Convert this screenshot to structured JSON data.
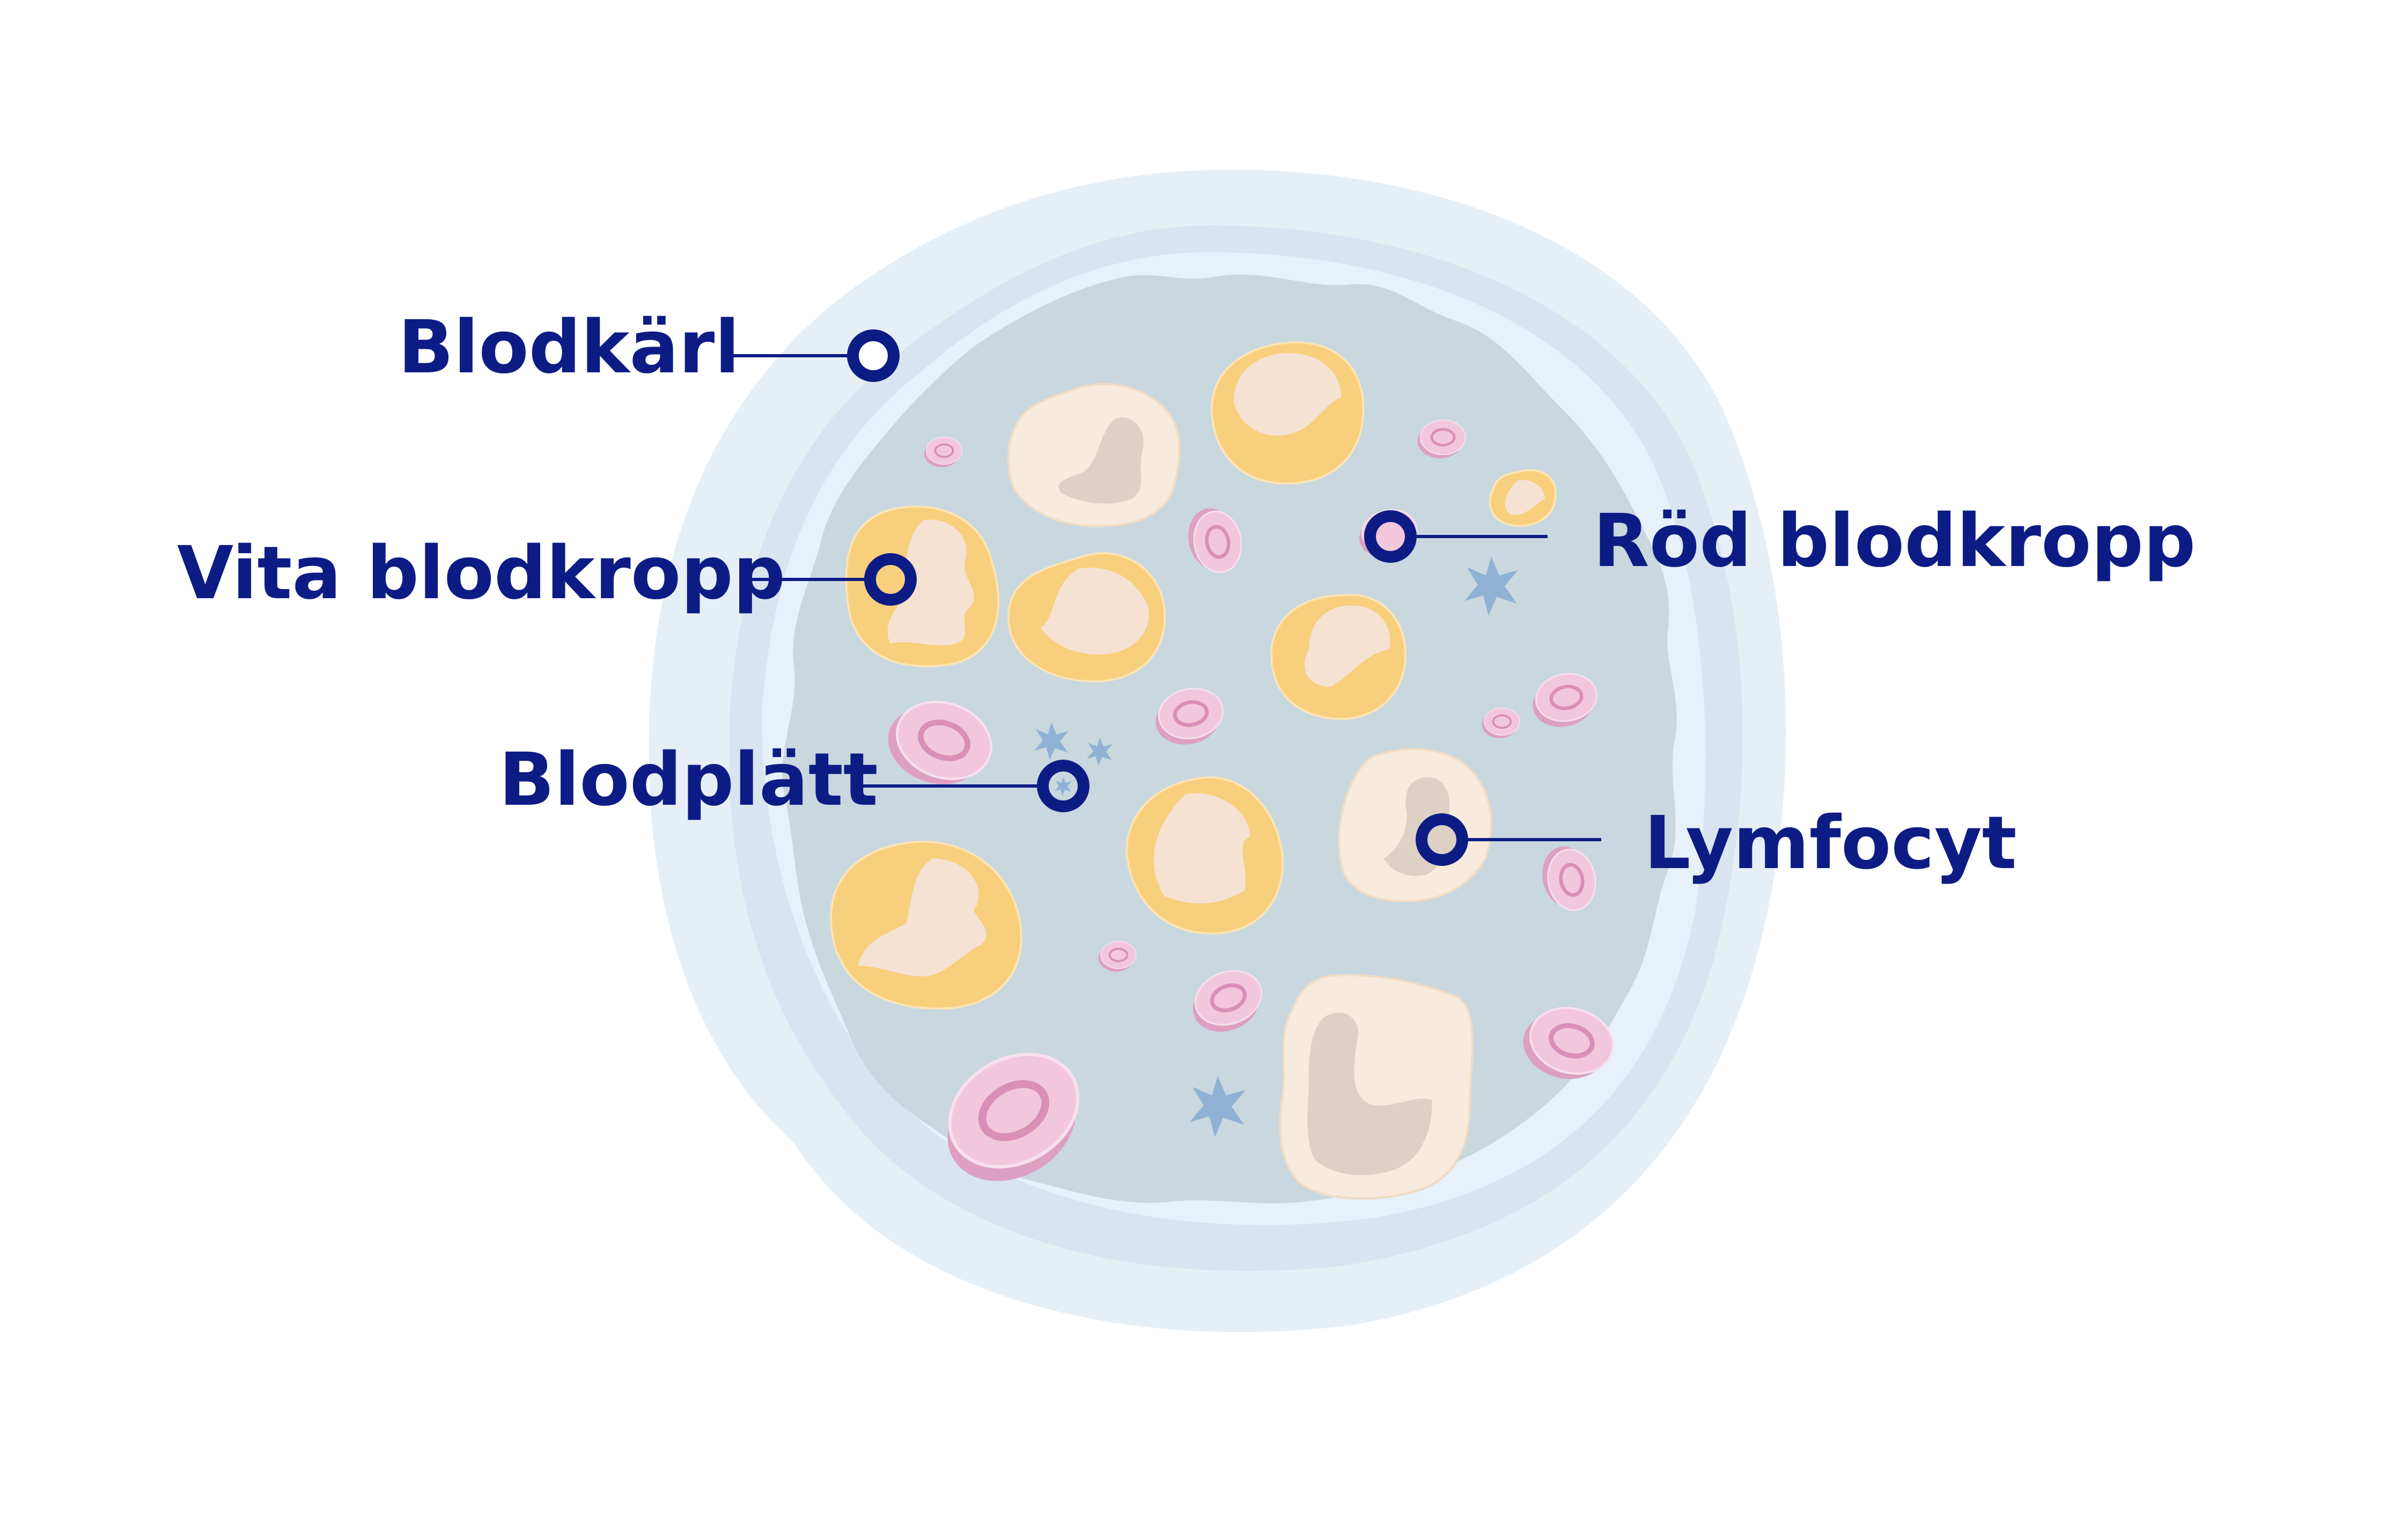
{
  "colors": {
    "label": "#0d1c85",
    "vessel_outer": "#e7eff6",
    "vessel_mid": "#d8e5f0",
    "vessel_inner": "#e6f1f9",
    "plasma": "#c9d7df",
    "red_cell": "#f2c7dc",
    "red_cell_dark": "#dda0c2",
    "white_cell": "#f8cf7d",
    "white_cell_nucleus": "#f5e2d3",
    "lymphocyte": "#f8eadc",
    "lymphocyte_nucleus": "#ddd1c6",
    "platelet": "#8fb2d4"
  },
  "labels": {
    "blood_vessel": "Blodkärl",
    "white_blood_cell": "Vita blodkropp",
    "platelet": "Blodplätt",
    "red_blood_cell": "Röd blodkropp",
    "lymphocyte": "Lymfocyt"
  }
}
